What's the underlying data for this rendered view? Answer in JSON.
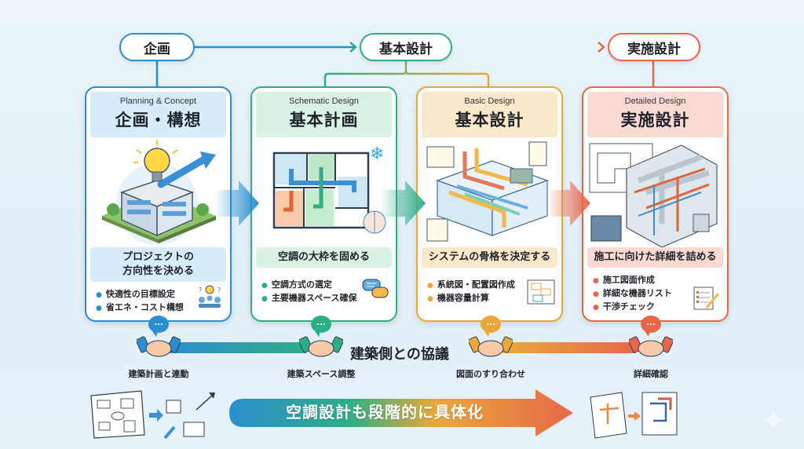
{
  "phases": [
    {
      "label": "企画",
      "color": "#2a8ed0"
    },
    {
      "label": "基本設計",
      "color": "#2fae86"
    },
    {
      "label": "実施設計",
      "color": "#e8674a"
    }
  ],
  "cards": [
    {
      "subtitle": "Planning & Concept",
      "title": "企画・構想",
      "goal_line1": "プロジェクトの",
      "goal_line2": "方向性を決める",
      "bullets": [
        "快適性の目標設定",
        "省エネ・コスト構想"
      ],
      "illustration": "building-lightbulb-growth-icon",
      "side_icon": "brainstorm-meeting-icon",
      "color": "#2a8ed0"
    },
    {
      "subtitle": "Schematic Design",
      "title": "基本計画",
      "goal_line1": "空調の大枠を固める",
      "goal_line2": "",
      "bullets": [
        "空調方式の選定",
        "主要機器スペース確保"
      ],
      "illustration": "floorplan-airflow-icon",
      "side_icon": "chat-bubbles-icon",
      "color": "#2fae86"
    },
    {
      "subtitle": "Basic Design",
      "title": "基本設計",
      "goal_line1": "システムの骨格を決定する",
      "goal_line2": "",
      "bullets": [
        "系統図・配置図作成",
        "機器容量計算"
      ],
      "illustration": "isometric-duct-system-icon",
      "side_icon": "system-diagram-icon",
      "color": "#e9a93a"
    },
    {
      "subtitle": "Detailed Design",
      "title": "実施設計",
      "goal_line1": "施工に向けた詳細を詰める",
      "goal_line2": "",
      "bullets": [
        "施工図面作成",
        "詳細な機器リスト",
        "干渉チェック"
      ],
      "illustration": "detailed-bim-piping-icon",
      "side_icon": "document-pencil-icon",
      "color": "#e8674a"
    }
  ],
  "coordination": {
    "title": "建築側との協議",
    "points": [
      {
        "label": "建築計画と連動",
        "color": "#2a8ed0"
      },
      {
        "label": "建築スペース調整",
        "color": "#2fae86"
      },
      {
        "label": "図面のすり合わせ",
        "color": "#e9a93a"
      },
      {
        "label": "詳細確認",
        "color": "#e8674a"
      }
    ],
    "bubble_text": "..."
  },
  "progression": {
    "label": "空調設計も段階的に具体化"
  }
}
